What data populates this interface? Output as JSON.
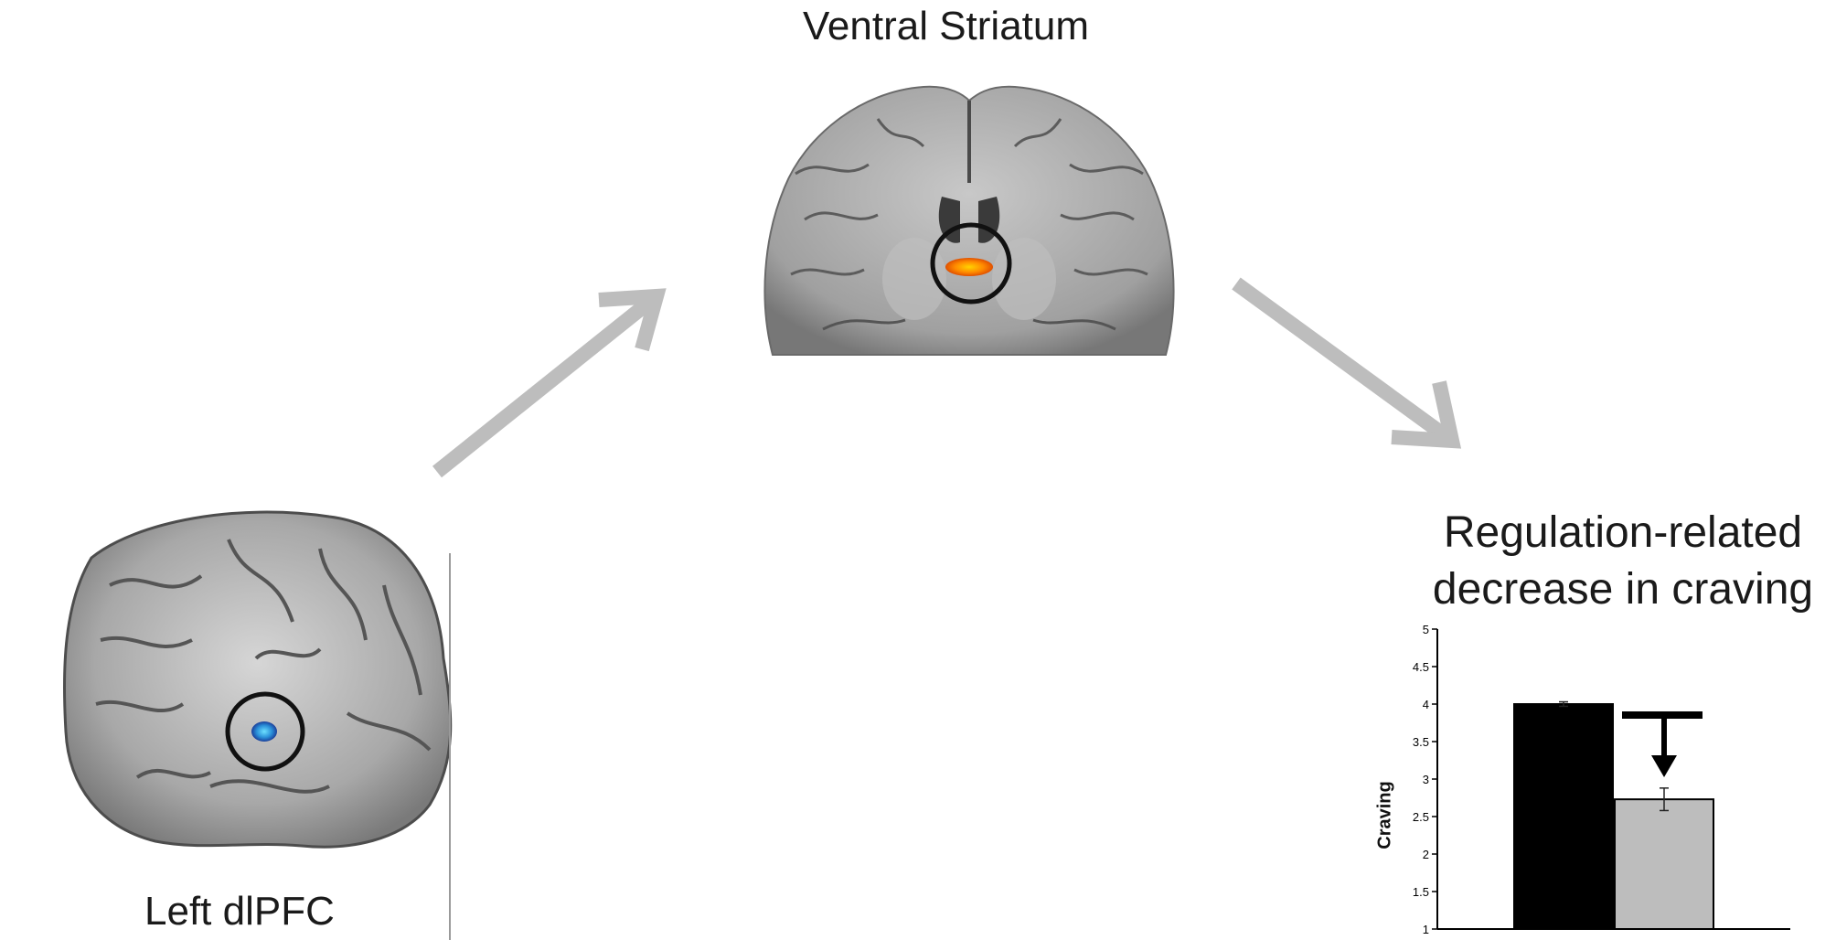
{
  "labels": {
    "ventral_striatum": "Ventral Striatum",
    "left_dlpfc": "Left dlPFC",
    "regulation_title_line1": "Regulation-related",
    "regulation_title_line2": "decrease in craving"
  },
  "colors": {
    "arrow": "#bdbdbd",
    "activation_orange": "#ff8a00",
    "activation_blue": "#2a8fd8",
    "bar_dark": "#000000",
    "bar_light": "#bdbdbd"
  },
  "chart_data": {
    "type": "bar",
    "categories": [
      "",
      ""
    ],
    "values": [
      4.0,
      2.73
    ],
    "error": [
      0.03,
      0.15
    ],
    "ylabel": "Craving",
    "ylim": [
      1,
      5
    ],
    "yticks": [
      "1",
      "1.5",
      "2",
      "2.5",
      "3",
      "3.5",
      "4",
      "4.5",
      "5"
    ]
  }
}
